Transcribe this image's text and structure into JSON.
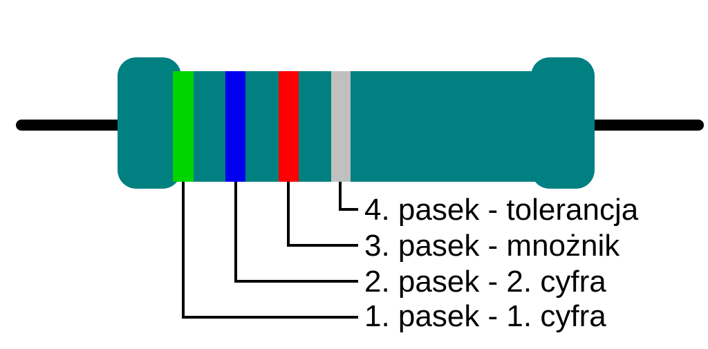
{
  "canvas": {
    "background_color": "#ffffff"
  },
  "resistor": {
    "body_color": "#008080",
    "lead_color": "#000000",
    "bands": [
      {
        "id": "band-1",
        "color": "#00d500",
        "color_name": "green"
      },
      {
        "id": "band-2",
        "color": "#0000ee",
        "color_name": "blue"
      },
      {
        "id": "band-3",
        "color": "#ff0000",
        "color_name": "red"
      },
      {
        "id": "band-4",
        "color": "#c0c0c0",
        "color_name": "silver"
      }
    ]
  },
  "annotations": {
    "line_color": "#000000",
    "text_color": "#000000",
    "labels": [
      {
        "text": "4. pasek - tolerancja"
      },
      {
        "text": "3. pasek - mnożnik"
      },
      {
        "text": "2. pasek - 2. cyfra"
      },
      {
        "text": "1. pasek - 1. cyfra"
      }
    ]
  }
}
